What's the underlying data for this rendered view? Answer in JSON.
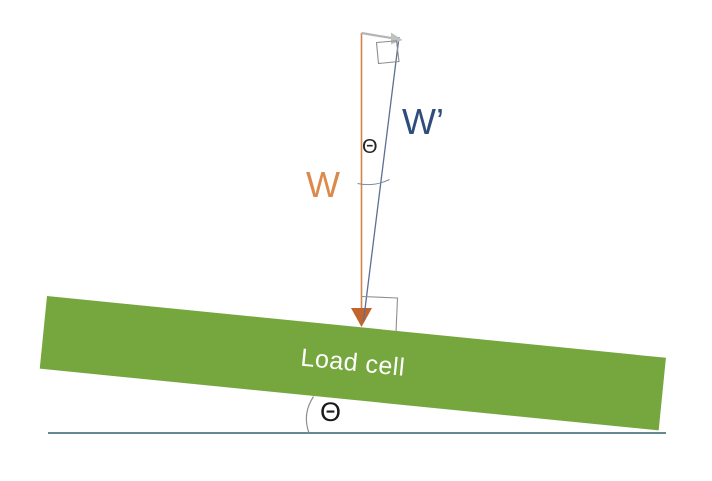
{
  "diagram": {
    "description": "Load cell incline force diagram",
    "labels": {
      "w": "W",
      "w_prime": "W’",
      "theta_top": "Θ",
      "theta_bottom": "Θ",
      "load_cell": "Load cell"
    },
    "colors": {
      "weight_vector_orange": "#D4854A",
      "arrowhead_orange": "#C2642E",
      "w_label_orange": "#DB8A4C",
      "w_prime_label_blue": "#2F4D7C",
      "component_line_blue": "#5C6F94",
      "marker_gray": "#8F8F8F",
      "connector_gray": "#B5B5B5",
      "surface_green": "#75A73E",
      "ground_line_teal": "#33606B",
      "surface_text_white": "#FFFFFF",
      "theta_text_black": "#1A1A1A"
    },
    "geometry_notes": {
      "incline_angle_visual_degrees": "5.7"
    }
  }
}
